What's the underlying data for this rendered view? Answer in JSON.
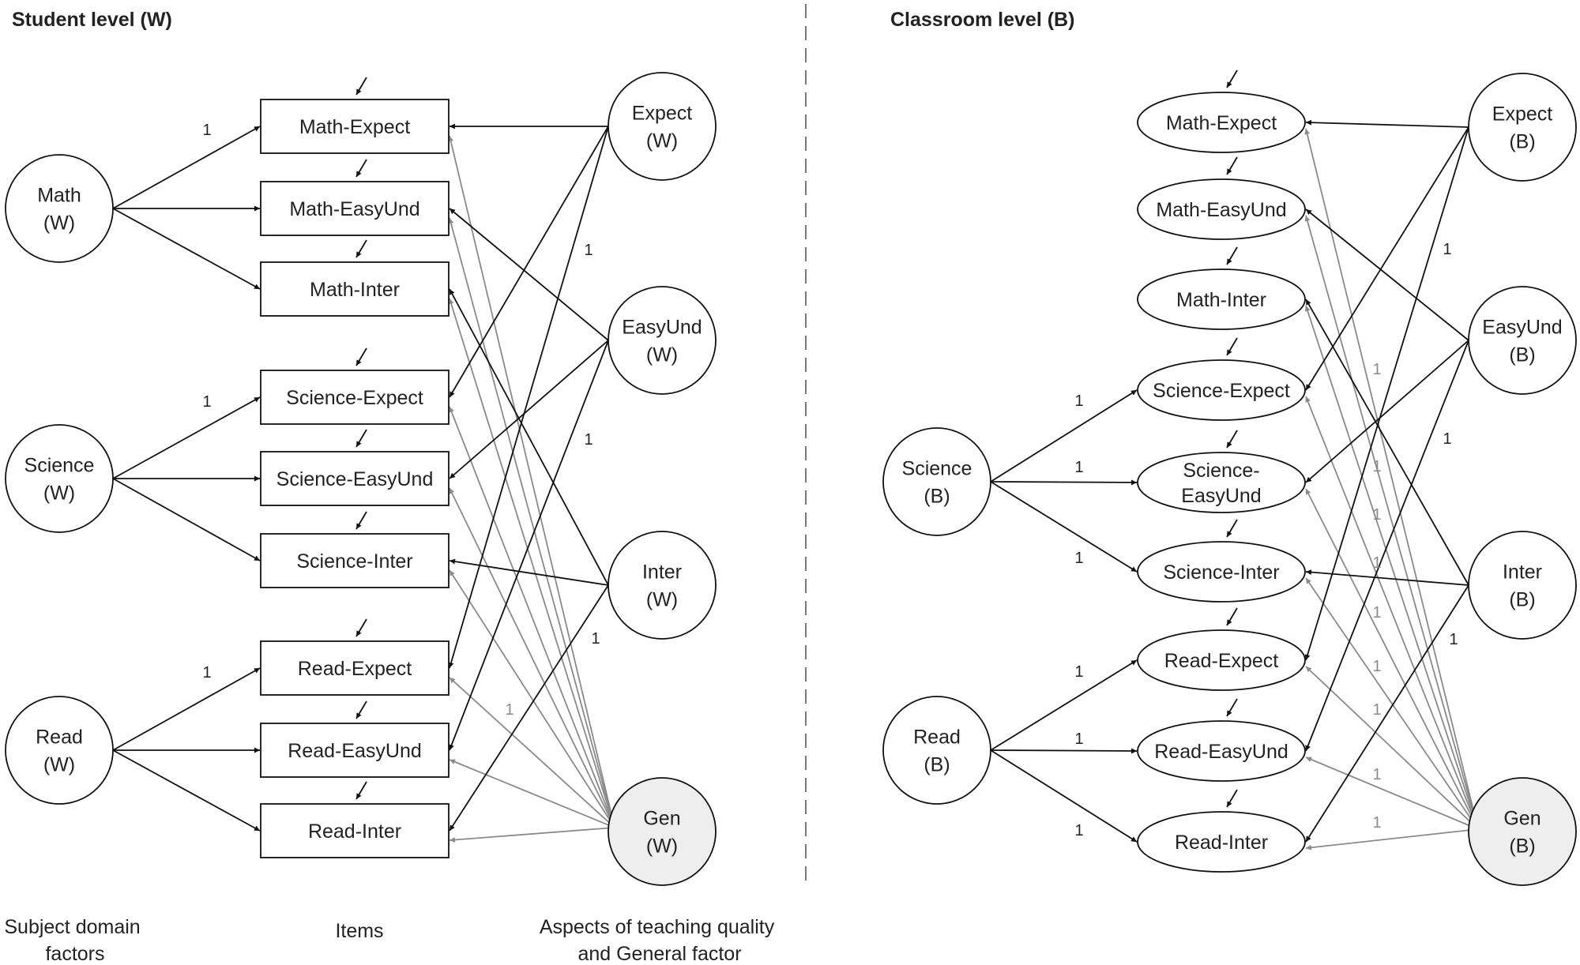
{
  "headings": {
    "student": "Student level (W)",
    "classroom": "Classroom level (B)"
  },
  "captions": {
    "subject": [
      "Subject domain",
      "factors"
    ],
    "items": [
      "Items"
    ],
    "aspects": [
      "Aspects of teaching quality",
      "and General factor"
    ]
  },
  "colors": {
    "line": "#111111",
    "general_path": "#8a8a8a",
    "general_fill": "#eeeeee",
    "divider": "#777777"
  },
  "student": {
    "domains": {
      "math": [
        "Math",
        "(W)"
      ],
      "science": [
        "Science",
        "(W)"
      ],
      "read": [
        "Read",
        "(W)"
      ]
    },
    "items": {
      "mExp": "Math-Expect",
      "mEasy": "Math-EasyUnd",
      "mInt": "Math-Inter",
      "sExp": "Science-Expect",
      "sEasy": "Science-EasyUnd",
      "sInt": "Science-Inter",
      "rExp": "Read-Expect",
      "rEasy": "Read-EasyUnd",
      "rInt": "Read-Inter"
    },
    "aspects": {
      "expect": [
        "Expect",
        "(W)"
      ],
      "easy": [
        "EasyUnd",
        "(W)"
      ],
      "inter": [
        "Inter",
        "(W)"
      ],
      "gen": [
        "Gen",
        "(W)"
      ]
    },
    "coefficients": {
      "math": "1",
      "science": "1",
      "read": "1",
      "expect": "1",
      "easy": "1",
      "inter": "1",
      "gen": "1"
    }
  },
  "classroom": {
    "domains": {
      "science": [
        "Science",
        "(B)"
      ],
      "read": [
        "Read",
        "(B)"
      ]
    },
    "items": {
      "mExp": [
        "Math-Expect"
      ],
      "mEasy": [
        "Math-EasyUnd"
      ],
      "mInt": [
        "Math-Inter"
      ],
      "sExp": [
        "Science-Expect"
      ],
      "sEasy": [
        "Science-",
        "EasyUnd"
      ],
      "sInt": [
        "Science-Inter"
      ],
      "rExp": [
        "Read-Expect"
      ],
      "rEasy": [
        "Read-EasyUnd"
      ],
      "rInt": [
        "Read-Inter"
      ]
    },
    "aspects": {
      "expect": [
        "Expect",
        "(B)"
      ],
      "easy": [
        "EasyUnd",
        "(B)"
      ],
      "inter": [
        "Inter",
        "(B)"
      ],
      "gen": [
        "Gen",
        "(B)"
      ]
    },
    "coefficients": {
      "science": [
        "1",
        "1",
        "1"
      ],
      "read": [
        "1",
        "1",
        "1"
      ],
      "expect": "1",
      "easy": "1",
      "inter": "1",
      "gen": [
        "1",
        "1",
        "1",
        "1",
        "1",
        "1",
        "1",
        "1",
        "1"
      ]
    }
  }
}
